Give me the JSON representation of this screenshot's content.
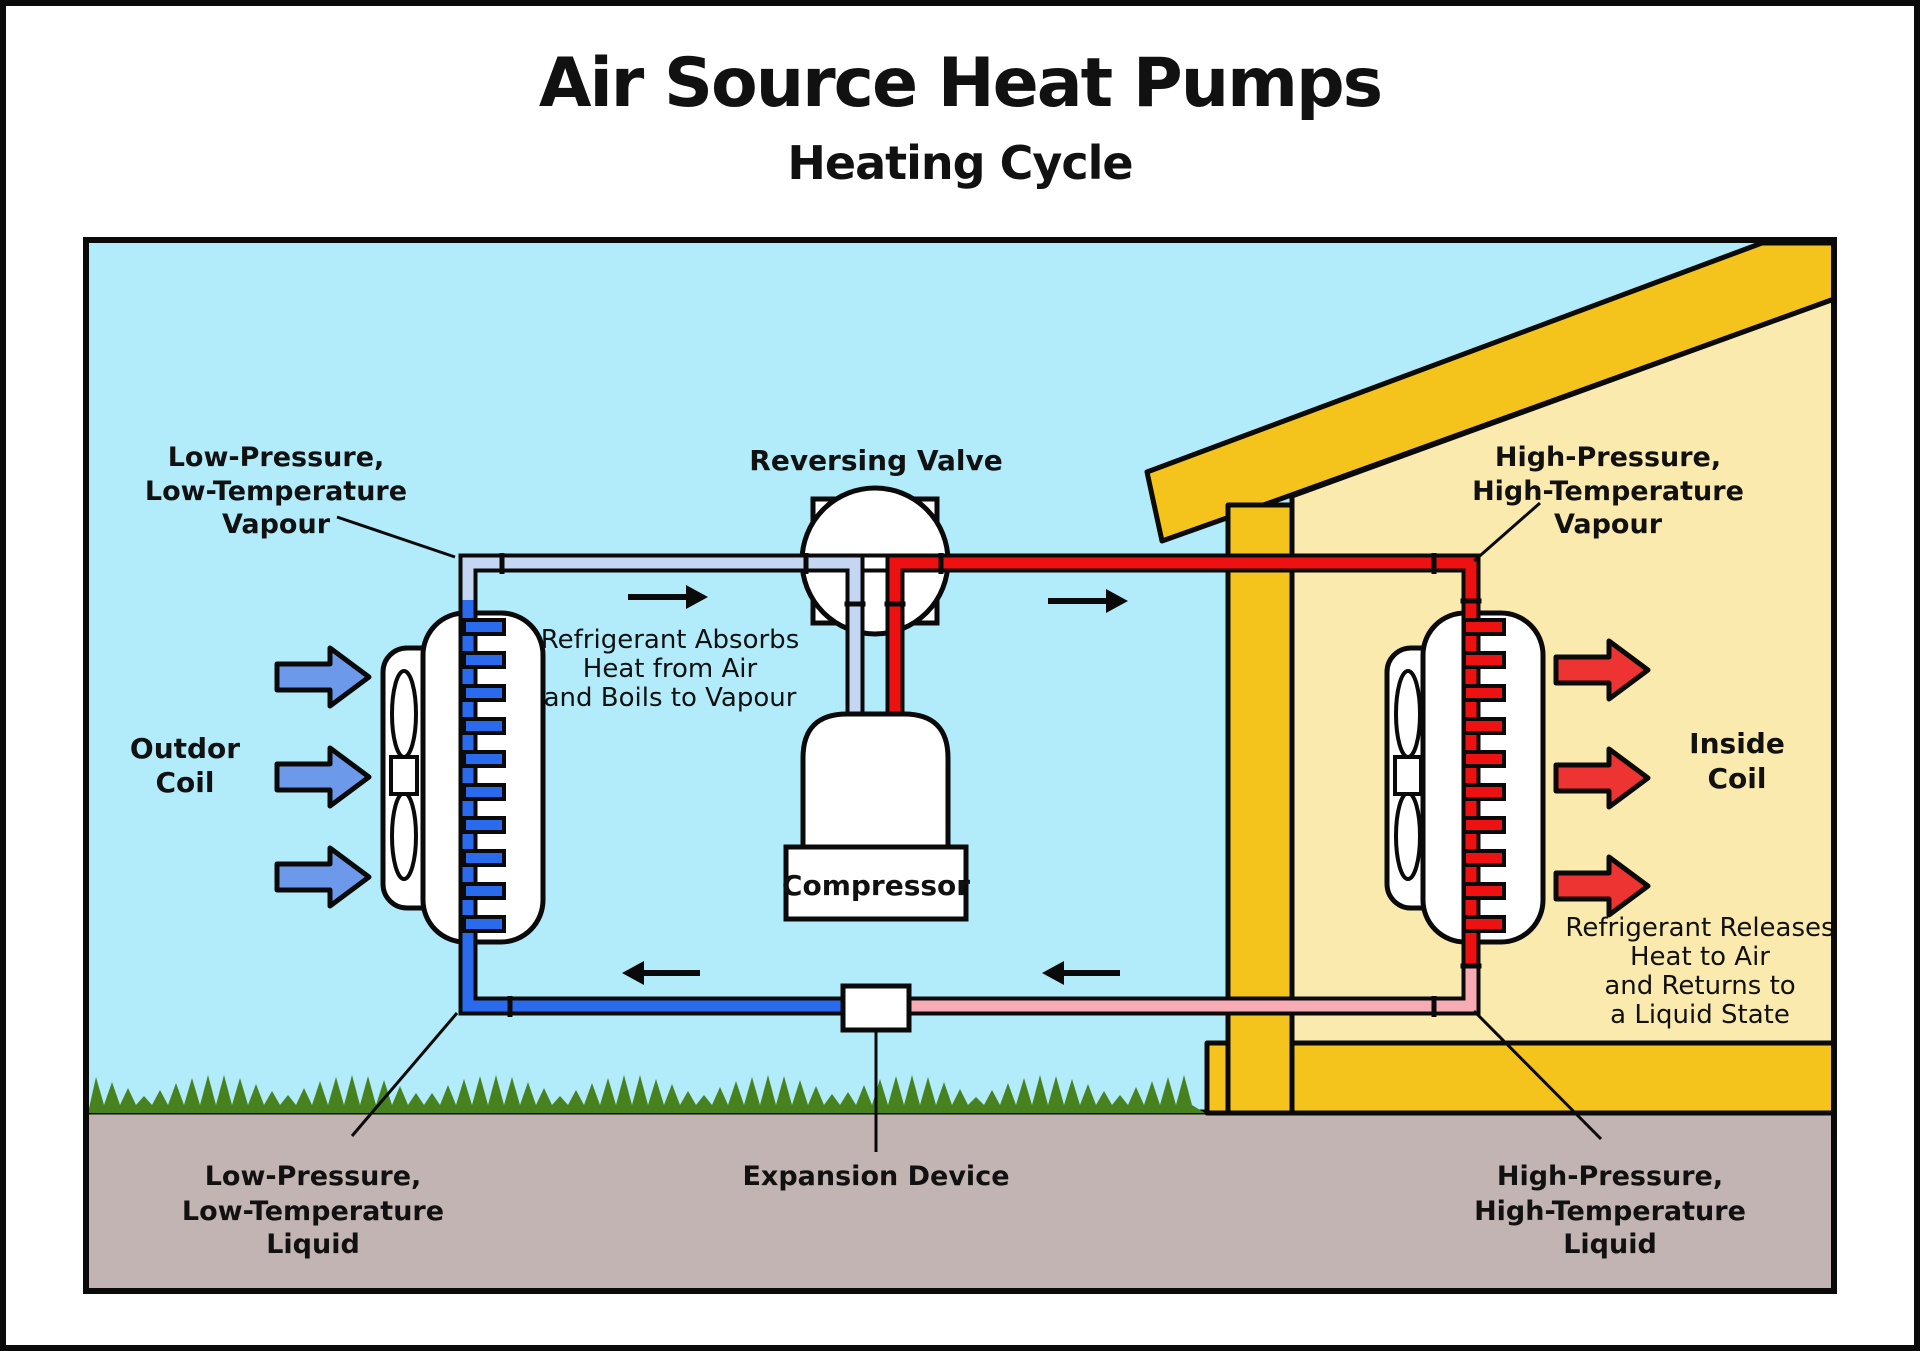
{
  "title": "Air Source Heat Pumps",
  "subtitle": "Heating Cycle",
  "components": {
    "reversing_valve": "Reversing Valve",
    "compressor": "Compressor",
    "expansion_device": "Expansion Device",
    "outdoor_coil": [
      "Outdor",
      "Coil"
    ],
    "inside_coil": [
      "Inside",
      "Coil"
    ]
  },
  "state_labels": {
    "low_pressure_vapour": [
      "Low-Pressure,",
      "Low-Temperature",
      "Vapour"
    ],
    "high_pressure_vapour": [
      "High-Pressure,",
      "High-Temperature",
      "Vapour"
    ],
    "low_pressure_liquid": [
      "Low-Pressure,",
      "Low-Temperature",
      "Liquid"
    ],
    "high_pressure_liquid": [
      "High-Pressure,",
      "High-Temperature",
      "Liquid"
    ]
  },
  "annotations": {
    "absorb": [
      "Refrigerant Absorbs",
      "Heat from Air",
      "and Boils to Vapour"
    ],
    "release": [
      "Refrigerant Releases",
      "Heat to Air",
      "and Returns to",
      "a Liquid State"
    ]
  },
  "colors": {
    "sky": "#b2ecfa",
    "cream": "#faeaae",
    "gold": "#f5c41c",
    "ground": "#c2b4b2",
    "grass": "#47821f",
    "pipe-blue": "#2a6bee",
    "pipe-lightblue": "#c5d6f3",
    "pipe-red": "#ee1111",
    "pipe-pink": "#f7abb5",
    "arrow-blue": "#6d99ea",
    "arrow-red": "#ee3333",
    "outline": "#0a0a0a",
    "text": "#111111"
  }
}
